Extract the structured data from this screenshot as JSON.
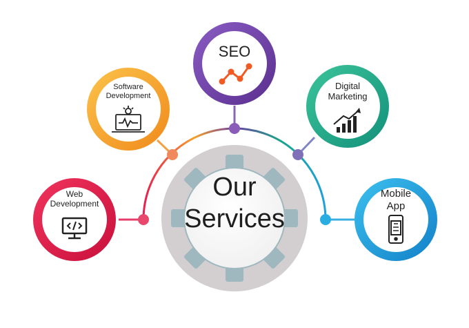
{
  "hub": {
    "line1": "Our",
    "line2": "Services"
  },
  "services": [
    {
      "id": "web",
      "lines": [
        "Web",
        "Development"
      ],
      "icon": "monitor-code-icon",
      "color": "#e61e50"
    },
    {
      "id": "software",
      "lines": [
        "Software",
        "Development"
      ],
      "icon": "laptop-gear-icon",
      "color": "#f6a028"
    },
    {
      "id": "seo",
      "lines": [
        "SEO"
      ],
      "icon": "trend-line-icon",
      "color": "#6a3fa0"
    },
    {
      "id": "digital",
      "lines": [
        "Digital",
        "Marketing"
      ],
      "icon": "bar-chart-arrow-icon",
      "color": "#1aa587"
    },
    {
      "id": "mobile",
      "lines": [
        "Mobile",
        "App"
      ],
      "icon": "smartphone-icon",
      "color": "#1ea0dc"
    }
  ],
  "colors": {
    "hub_ring": "#d3cfd0",
    "gear": "#9fb8bf",
    "seo_icon": "#f15a24",
    "icon_stroke": "#222222"
  }
}
